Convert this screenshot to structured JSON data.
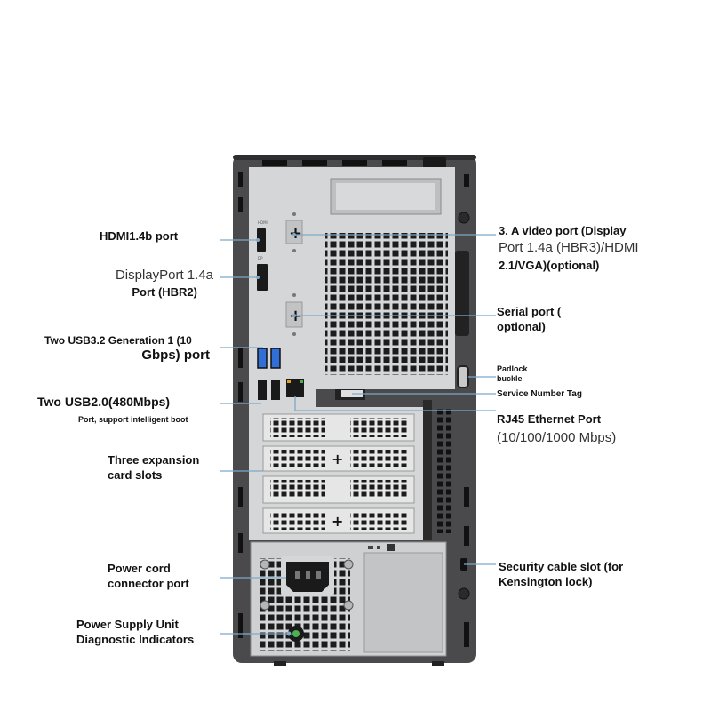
{
  "colors": {
    "case_frame": "#4a4a4c",
    "panel": "#d5d6d8",
    "vent": "#1c1c1c",
    "usb3_blue": "#2f6fd6",
    "leader_line": "#7ea9c9",
    "indicator_green": "#4caf50"
  },
  "left_labels": {
    "hdmi": "HDMI1.4b port",
    "dp_line1": "DisplayPort 1.4a",
    "dp_line2": "Port (HBR2)",
    "usb32_line1": "Two USB3.2 Generation 1 (10",
    "usb32_line2": "Gbps) port",
    "usb20_line1": "Two USB2.0(480Mbps)",
    "usb20_line2": "Port, support intelligent boot",
    "expansion_line1": "Three expansion",
    "expansion_line2": "card slots",
    "power_line1": "Power cord",
    "power_line2": "connector port",
    "psu_line1": "Power Supply Unit",
    "psu_line2": "Diagnostic Indicators"
  },
  "right_labels": {
    "video_line1": "3. A video port (Display",
    "video_line2": "Port 1.4a (HBR3)/HDMI",
    "video_line3": "2.1/VGA)(optional)",
    "serial_line1": "Serial port (",
    "serial_line2": "optional)",
    "padlock_line1": "Padlock",
    "padlock_line2": "buckle",
    "service_tag": "Service Number Tag",
    "rj45_line1": "RJ45 Ethernet Port",
    "rj45_line2": "(10/100/1000 Mbps)",
    "security_line1": "Security cable slot (for",
    "security_line2": "Kensington lock)"
  }
}
